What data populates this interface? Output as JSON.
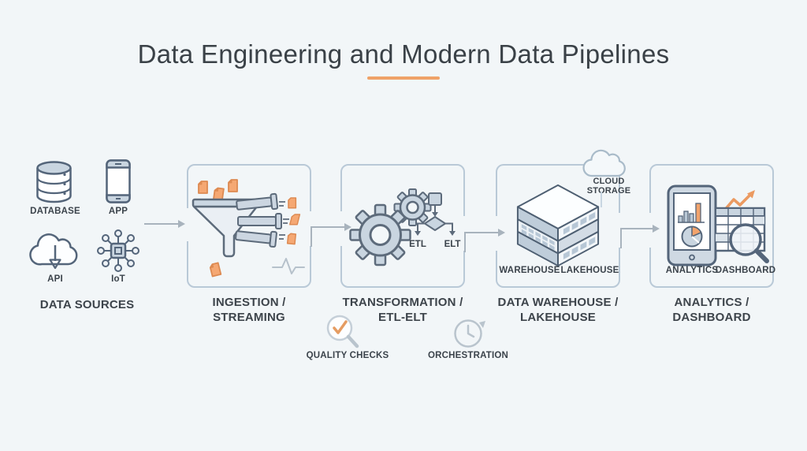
{
  "title": {
    "text": "Data Engineering and Modern Data Pipelines"
  },
  "palette": {
    "background": "#f2f6f8",
    "accent_orange": "#efa268",
    "orange_fill": "#f5a873",
    "box_border": "#b9c9d7",
    "icon_outline": "#54657a",
    "icon_fill": "#c9d5e0",
    "arrow": "#a8b3bd",
    "text": "#3d444b"
  },
  "sources": {
    "caption": "DATA SOURCES",
    "items": [
      {
        "icon": "database-icon",
        "label": "DATABASE"
      },
      {
        "icon": "app-icon",
        "label": "APP"
      },
      {
        "icon": "api-icon",
        "label": "API"
      },
      {
        "icon": "iot-icon",
        "label": "IoT"
      }
    ]
  },
  "stages": [
    {
      "caption_line1": "INGESTION /",
      "caption_line2": "STREAMING"
    },
    {
      "caption_line1": "TRANSFORMATION /",
      "caption_line2": "ETL-ELT",
      "flow_left": "ETL",
      "flow_right": "ELT"
    },
    {
      "caption_line1": "DATA WAREHOUSE /",
      "caption_line2": "LAKEHOUSE",
      "cloud_label": "CLOUD STORAGE",
      "inner_left": "WAREHOUSE",
      "inner_right": "LAKEHOUSE"
    },
    {
      "caption_line1": "ANALYTICS /",
      "caption_line2": "DASHBOARD",
      "inner_left": "ANALYTICS",
      "inner_right": "DASHBOARD"
    }
  ],
  "annotations": [
    {
      "icon": "quality-check-icon",
      "label": "QUALITY CHECKS"
    },
    {
      "icon": "orchestration-icon",
      "label": "ORCHESTRATION"
    }
  ]
}
